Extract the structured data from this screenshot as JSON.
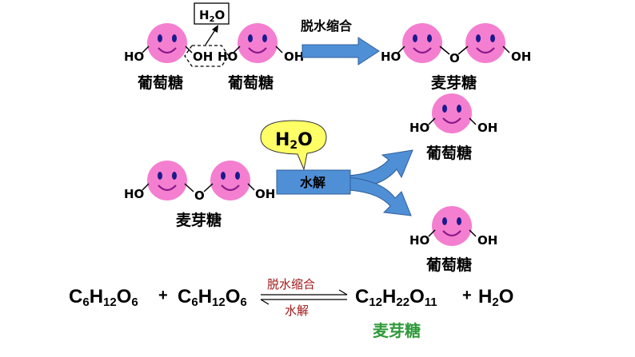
{
  "top": {
    "h2o_box": [
      "H",
      "2",
      "O"
    ],
    "step_label": "脱水缩合",
    "glucose_label": "葡萄糖",
    "maltose_label": "麦芽糖",
    "oh_group": "OH",
    "ho_group": "HO",
    "o_bridge": "O"
  },
  "middle": {
    "h2o_bubble": [
      "H",
      "2",
      "O"
    ],
    "hydrolysis_label": "水解",
    "maltose_label": "麦芽糖",
    "glucose_label": "葡萄糖"
  },
  "equation": {
    "reactant1": [
      "C",
      "6",
      "H",
      "12",
      "O",
      "6"
    ],
    "plus1": "+",
    "reactant2": [
      "C",
      "6",
      "H",
      "12",
      "O",
      "6"
    ],
    "forward_label": "脱水缩合",
    "reverse_label": "水解",
    "product": [
      "C",
      "12",
      "H",
      "22",
      "O",
      "11"
    ],
    "plus2": "+",
    "water": [
      "H",
      "2",
      "O"
    ],
    "product_name": "麦芽糖"
  },
  "colors": {
    "face": "#f47fd0",
    "eye": "#1a1a8c",
    "mouth": "#8a1a8a",
    "arrow": "#4f8fd6",
    "hydrolysis_box": "#4f8fd6",
    "bubble": "#ffff66",
    "reaction_label": "#a01818",
    "product_name": "#2f9a3a"
  }
}
